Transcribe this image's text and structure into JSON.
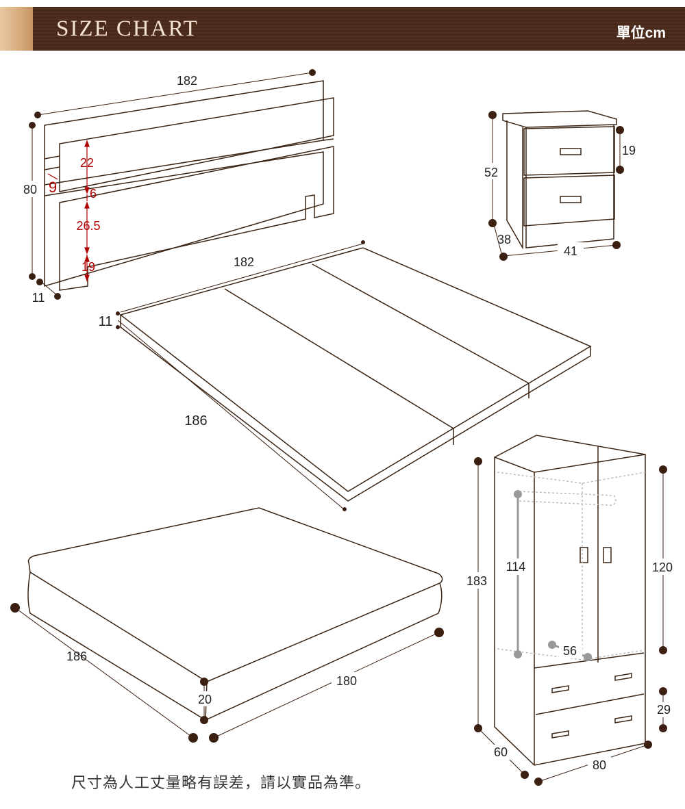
{
  "header": {
    "title": "SIZE CHART",
    "unit": "單位cm"
  },
  "colors": {
    "header_bg": "#4a2a1a",
    "dimension_dot": "#3b1f10",
    "inner_dimension": "#b00000",
    "inner_gray": "#999999",
    "outline": "#3a2414"
  },
  "headboard": {
    "width": "182",
    "height": "80",
    "depth": "11",
    "shelf_depth": "9",
    "top_board": "22",
    "gap": "6",
    "middle_board": "26.5",
    "leg": "19"
  },
  "nightstand": {
    "height": "52",
    "drawer": "19",
    "depth": "38",
    "width": "41"
  },
  "bed_base": {
    "width": "182",
    "length": "186",
    "thickness": "11"
  },
  "mattress": {
    "length": "186",
    "width": "180",
    "thickness": "20"
  },
  "wardrobe": {
    "height": "183",
    "upper": "120",
    "rod_height": "114",
    "inner_depth": "56",
    "drawer": "29",
    "depth": "60",
    "width": "80"
  },
  "note": "尺寸為人工丈量略有誤差，請以實品為準。"
}
